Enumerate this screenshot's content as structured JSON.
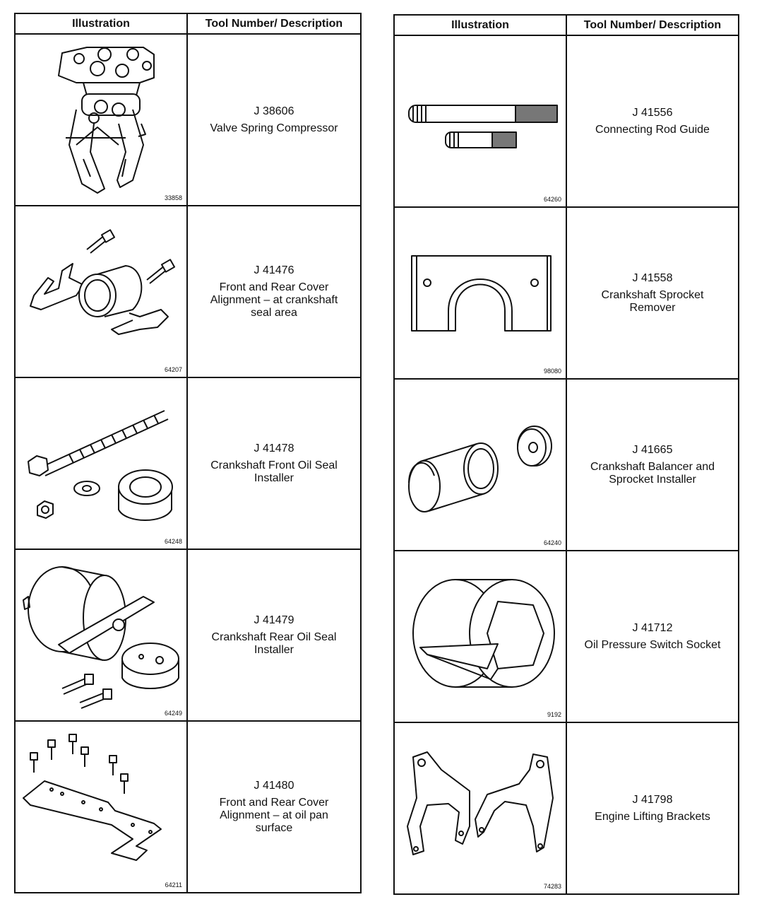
{
  "headers": {
    "illustration": "Illustration",
    "description": "Tool Number/ Description"
  },
  "left_rows": [
    {
      "fig": "33858",
      "number": "J 38606",
      "description": "Valve Spring Compressor",
      "icon": "valve-spring-compressor-icon"
    },
    {
      "fig": "64207",
      "number": "J 41476",
      "description": "Front and Rear Cover\nAlignment – at crankshaft\nseal area",
      "icon": "cover-alignment-crankshaft-icon"
    },
    {
      "fig": "64248",
      "number": "J 41478",
      "description": "Crankshaft Front Oil Seal\nInstaller",
      "icon": "front-oil-seal-installer-icon"
    },
    {
      "fig": "64249",
      "number": "J 41479",
      "description": "Crankshaft Rear Oil Seal\nInstaller",
      "icon": "rear-oil-seal-installer-icon"
    },
    {
      "fig": "64211",
      "number": "J 41480",
      "description": "Front and Rear Cover\nAlignment – at oil pan\nsurface",
      "icon": "cover-alignment-oil-pan-icon"
    }
  ],
  "right_rows": [
    {
      "fig": "64260",
      "number": "J 41556",
      "description": "Connecting Rod Guide",
      "icon": "connecting-rod-guide-icon"
    },
    {
      "fig": "98080",
      "number": "J 41558",
      "description": "Crankshaft Sprocket\nRemover",
      "icon": "sprocket-remover-icon"
    },
    {
      "fig": "64240",
      "number": "J 41665",
      "description": "Crankshaft Balancer and\nSprocket Installer",
      "icon": "balancer-sprocket-installer-icon"
    },
    {
      "fig": "9192",
      "number": "J 41712",
      "description": "Oil Pressure Switch Socket",
      "icon": "oil-pressure-switch-socket-icon"
    },
    {
      "fig": "74283",
      "number": "J 41798",
      "description": "Engine Lifting Brackets",
      "icon": "engine-lifting-brackets-icon"
    }
  ]
}
